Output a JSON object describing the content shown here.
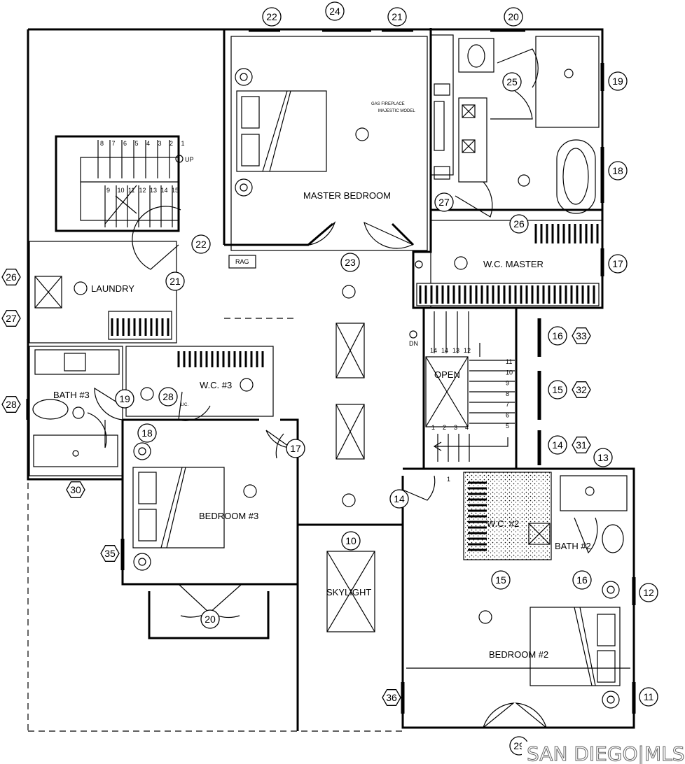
{
  "rooms": {
    "master_bedroom": "MASTER BEDROOM",
    "laundry": "LAUNDRY",
    "bath3": "BATH #3",
    "wc3": "W.C. #3",
    "bedroom3": "BEDROOM #3",
    "wc_master": "W.C. MASTER",
    "open": "OPEN",
    "skylight": "SKYLIGHT",
    "wc2": "W.C. #2",
    "bath2": "BATH #2",
    "bedroom2": "BEDROOM #2"
  },
  "notes": {
    "fireplace": [
      "GAS FIREPLACE",
      "MAJESTIC MODEL"
    ],
    "rag": "RAG",
    "stair_up": "UP",
    "stair_dn": "DN",
    "lic": "LIC."
  },
  "stairs": {
    "upper_treads": [
      "8",
      "7",
      "6",
      "5",
      "4",
      "3",
      "2",
      "1"
    ],
    "lower_treads": [
      "9",
      "10",
      "11",
      "12",
      "13",
      "14",
      "15"
    ],
    "main_top": [
      "14",
      "14",
      "13",
      "12"
    ],
    "main_right": [
      "11",
      "10",
      "9",
      "8",
      "7",
      "6",
      "5"
    ],
    "main_bottom": [
      "1",
      "2",
      "3",
      "4"
    ],
    "landing": "1"
  },
  "circle_tags": [
    "22",
    "24",
    "21",
    "20",
    "19",
    "18",
    "17",
    "25",
    "27",
    "26",
    "23",
    "22",
    "21",
    "19",
    "28",
    "18",
    "17",
    "20",
    "10",
    "14",
    "15",
    "16",
    "29",
    "16",
    "15",
    "14",
    "13",
    "12",
    "11"
  ],
  "hex_tags": [
    "26",
    "27",
    "28",
    "30",
    "35",
    "33",
    "32",
    "31",
    "36"
  ],
  "watermark": "SAN DIEGO|MLS"
}
